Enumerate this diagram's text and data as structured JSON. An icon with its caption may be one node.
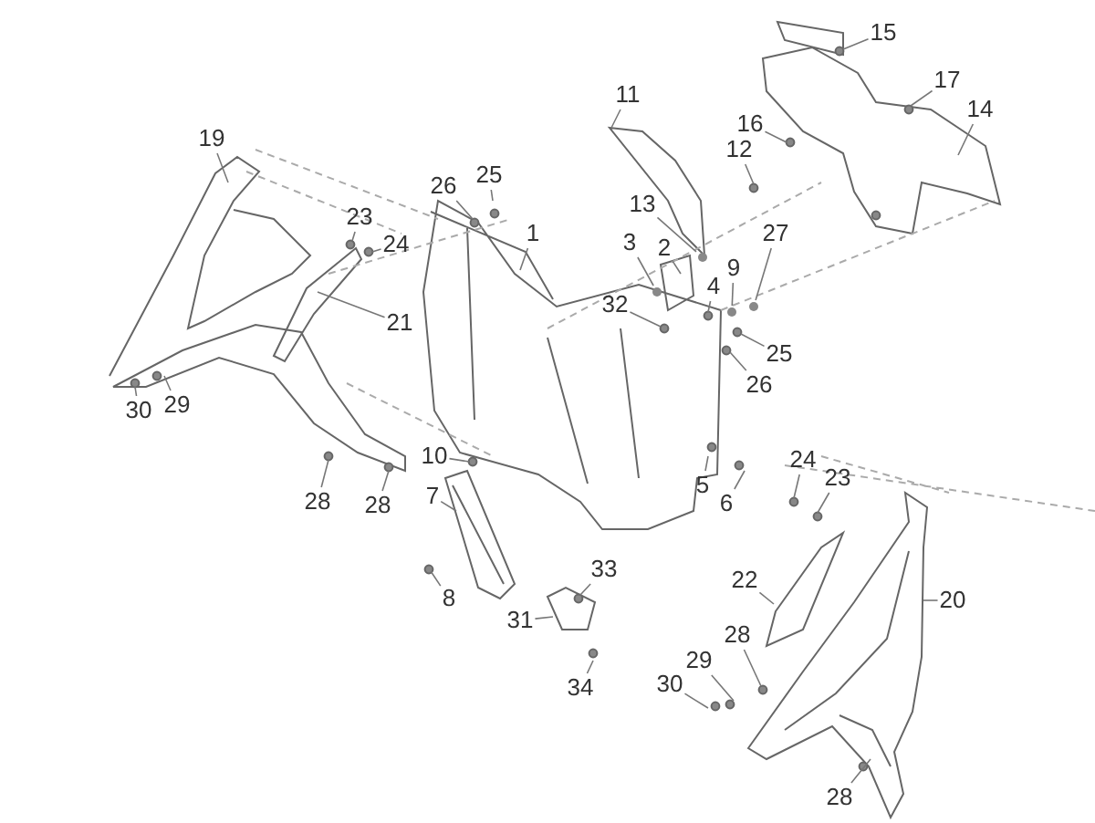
{
  "diagram": {
    "nodes": [
      {
        "text": [
          "15"
        ]
      },
      {
        "text": [
          "11"
        ]
      },
      {
        "text": [
          "17"
        ]
      },
      {
        "text": [
          "14"
        ]
      },
      {
        "text": [
          "19"
        ]
      },
      {
        "text": [
          "16"
        ]
      },
      {
        "text": [
          "12"
        ]
      },
      {
        "text": [
          "26"
        ]
      },
      {
        "text": [
          "25"
        ]
      },
      {
        "text": [
          "1"
        ]
      },
      {
        "text": [
          "13"
        ]
      },
      {
        "text": [
          "23"
        ]
      },
      {
        "text": [
          "24"
        ]
      },
      {
        "text": [
          "3"
        ]
      },
      {
        "text": [
          "2"
        ]
      },
      {
        "text": [
          "27"
        ]
      },
      {
        "text": [
          "4"
        ]
      },
      {
        "text": [
          "9"
        ]
      },
      {
        "text": [
          "32"
        ]
      },
      {
        "text": [
          "21"
        ]
      },
      {
        "text": [
          "25"
        ]
      },
      {
        "text": [
          "26"
        ]
      },
      {
        "text": [
          "30"
        ]
      },
      {
        "text": [
          "29"
        ]
      },
      {
        "text": [
          "10"
        ]
      },
      {
        "text": [
          "5"
        ]
      },
      {
        "text": [
          "6"
        ]
      },
      {
        "text": [
          "24"
        ]
      },
      {
        "text": [
          "23"
        ]
      },
      {
        "text": [
          "28"
        ]
      },
      {
        "text": [
          "28"
        ]
      },
      {
        "text": [
          "7"
        ]
      },
      {
        "text": [
          "33"
        ]
      },
      {
        "text": [
          "22"
        ]
      },
      {
        "text": [
          "20"
        ]
      },
      {
        "text": [
          "8"
        ]
      },
      {
        "text": [
          "31"
        ]
      },
      {
        "text": [
          "28"
        ]
      },
      {
        "text": [
          "29"
        ]
      },
      {
        "text": [
          "30"
        ]
      },
      {
        "text": [
          "34"
        ]
      },
      {
        "text": [
          "28"
        ]
      },
      {
        "text": [],
        "shape": "circle"
      },
      {
        "text": [],
        "shape": "circle"
      },
      {
        "text": [],
        "shape": "circle"
      },
      {
        "text": [],
        "shape": "circle"
      }
    ],
    "edges": [
      {
        "from": 0,
        "to": null,
        "arrow": "none"
      },
      {
        "from": 1,
        "to": null,
        "arrow": "none"
      },
      {
        "from": 2,
        "to": null,
        "arrow": "none"
      },
      {
        "from": 3,
        "to": null,
        "arrow": "none"
      },
      {
        "from": 4,
        "to": null,
        "arrow": "none"
      },
      {
        "from": 5,
        "to": null,
        "arrow": "none"
      },
      {
        "from": 6,
        "to": null,
        "arrow": "none"
      },
      {
        "from": 7,
        "to": null,
        "arrow": "none"
      },
      {
        "from": 8,
        "to": null,
        "arrow": "none"
      },
      {
        "from": 9,
        "to": null,
        "arrow": "none"
      },
      {
        "from": 10,
        "to": 42,
        "arrow": "none"
      },
      {
        "from": 11,
        "to": null,
        "arrow": "none"
      },
      {
        "from": 12,
        "to": null,
        "arrow": "none"
      },
      {
        "from": 13,
        "to": 43,
        "arrow": "none"
      },
      {
        "from": 14,
        "to": null,
        "arrow": "none"
      },
      {
        "from": 15,
        "to": 44,
        "arrow": "none"
      },
      {
        "from": 16,
        "to": null,
        "arrow": "none"
      },
      {
        "from": 17,
        "to": 45,
        "arrow": "none"
      },
      {
        "from": 18,
        "to": null,
        "arrow": "none"
      },
      {
        "from": 19,
        "to": null,
        "arrow": "none"
      },
      {
        "from": 20,
        "to": null,
        "arrow": "none"
      },
      {
        "from": 21,
        "to": null,
        "arrow": "none"
      },
      {
        "from": 22,
        "to": null,
        "arrow": "none"
      },
      {
        "from": 23,
        "to": null,
        "arrow": "none"
      },
      {
        "from": 24,
        "to": null,
        "arrow": "none"
      },
      {
        "from": 25,
        "to": null,
        "arrow": "none"
      },
      {
        "from": 26,
        "to": null,
        "arrow": "none"
      },
      {
        "from": 27,
        "to": null,
        "arrow": "none"
      },
      {
        "from": 28,
        "to": null,
        "arrow": "none"
      },
      {
        "from": 29,
        "to": null,
        "arrow": "none"
      },
      {
        "from": 30,
        "to": null,
        "arrow": "none"
      },
      {
        "from": 31,
        "to": null,
        "arrow": "none"
      },
      {
        "from": 32,
        "to": null,
        "arrow": "none"
      },
      {
        "from": 33,
        "to": null,
        "arrow": "none"
      },
      {
        "from": 34,
        "to": null,
        "arrow": "none"
      },
      {
        "from": 35,
        "to": null,
        "arrow": "none"
      },
      {
        "from": 36,
        "to": null,
        "arrow": "none"
      },
      {
        "from": 37,
        "to": null,
        "arrow": "none"
      },
      {
        "from": 38,
        "to": null,
        "arrow": "none"
      },
      {
        "from": 39,
        "to": null,
        "arrow": "none"
      },
      {
        "from": 40,
        "to": null,
        "arrow": "none"
      },
      {
        "from": 41,
        "to": null,
        "arrow": "none"
      }
    ]
  }
}
